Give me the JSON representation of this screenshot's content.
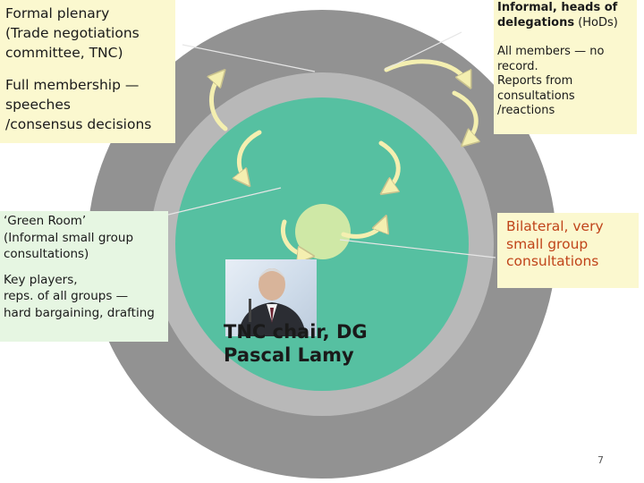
{
  "plenary": {
    "title": "Formal plenary",
    "subtitle_line1": "(Trade negotiations",
    "subtitle_line2": "committee, TNC)",
    "desc_line1": "Full membership —",
    "desc_line2": "speeches",
    "desc_line3": "/consensus decisions"
  },
  "hods": {
    "title_line1": "Informal, heads of",
    "title_bold": "delegations",
    "title_normal": " (HoDs)",
    "desc_line1": "All members — no",
    "desc_line2": "record.",
    "desc_line3": "Reports from",
    "desc_line4": "consultations",
    "desc_line5": "/reactions"
  },
  "green_room": {
    "title": "‘Green Room’",
    "subtitle_line1": "(Informal small group",
    "subtitle_line2": "consultations)",
    "desc_line1": "Key players,",
    "desc_line2": "reps. of all groups —",
    "desc_line3": "hard bargaining, drafting"
  },
  "bilateral": {
    "line1": "Bilateral, very",
    "line2": "small group",
    "line3": "consultations"
  },
  "center": {
    "label_line1": "TNC chair, DG",
    "label_line2": "Pascal Lamy"
  },
  "page_number": "7",
  "colors": {
    "outer_ring": "#929292",
    "second_ring": "#b8b8b8",
    "third_ring": "#56c0a1",
    "core": "#cfe8a6",
    "callout_yellow": "#fbf8cf",
    "callout_green": "#e6f6e2",
    "bilateral_text": "#c0441a"
  }
}
